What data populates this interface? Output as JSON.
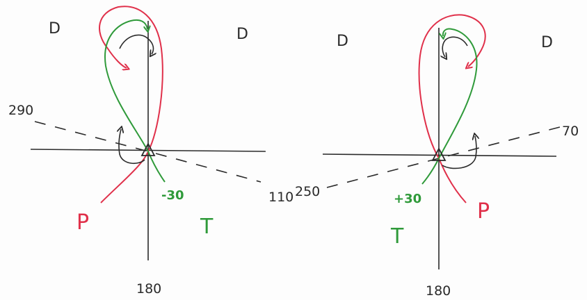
{
  "left_diagram": {
    "dihedral_labels": [
      "D",
      "D"
    ],
    "bottom_angle": "180",
    "dashed_left_angle": "290",
    "dashed_right_angle": "110",
    "green_angle": "-30",
    "red_label": "P",
    "green_label": "T"
  },
  "right_diagram": {
    "dihedral_labels": [
      "D",
      "D"
    ],
    "bottom_angle": "180",
    "dashed_left_angle": "250",
    "dashed_right_angle": "70",
    "green_angle": "+30",
    "red_label": "P",
    "green_label": "T"
  },
  "colors": {
    "ink": "#2a2a2a",
    "red": "#e0304a",
    "green": "#2f9a3a"
  }
}
